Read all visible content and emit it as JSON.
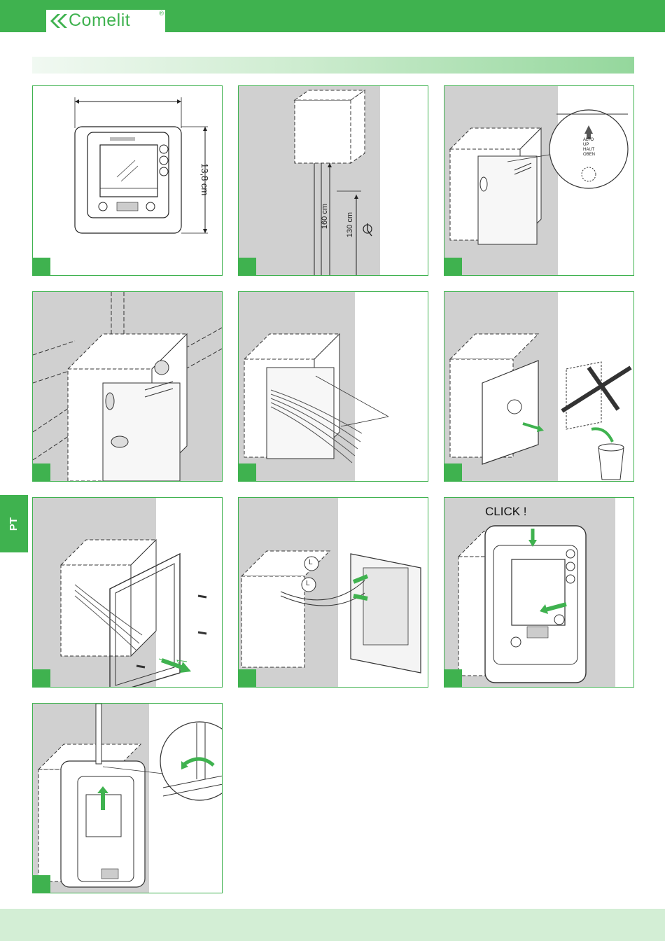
{
  "header": {
    "brand": "Comelit",
    "registered": "®"
  },
  "side_tab": {
    "language": "PT"
  },
  "panels": {
    "p1": {
      "height_label": "13,8 cm"
    },
    "p2": {
      "height_160": "160 cm",
      "height_130": "130 cm",
      "accessibility_icon": "wheelchair-icon"
    },
    "p3": {
      "orientation_labels": [
        "ALTO",
        "UP",
        "HAUT",
        "OBEN"
      ]
    },
    "p8": {
      "wire_labels": [
        "L",
        "L"
      ]
    },
    "p9": {
      "click_label": "CLICK !"
    }
  },
  "colors": {
    "brand_green": "#3fb24f",
    "gray_fill": "#d0d0d0"
  }
}
